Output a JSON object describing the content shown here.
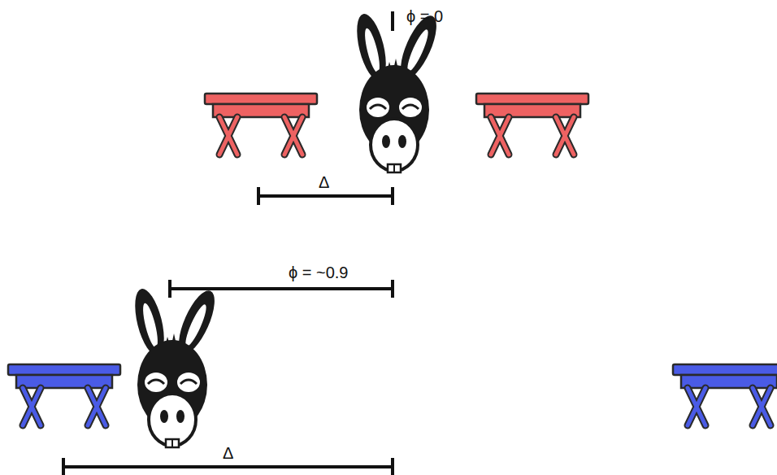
{
  "diagram": {
    "labels": [
      "ϕ = 0",
      "Δ",
      "ϕ = ~0.9",
      "Δ"
    ]
  }
}
